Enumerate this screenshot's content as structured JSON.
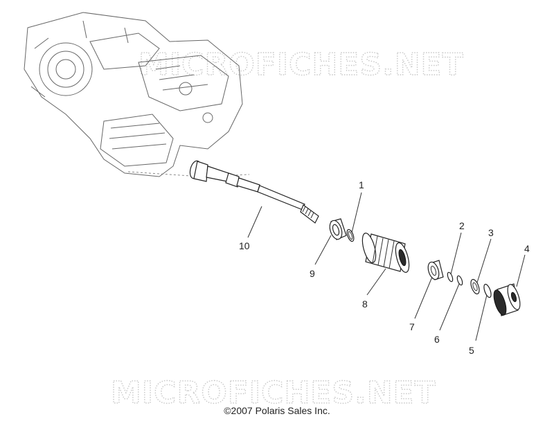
{
  "watermark": {
    "top": "MICROFICHES.NET",
    "bottom": "MICROFICHES.NET"
  },
  "callouts": {
    "c1": "1",
    "c2": "2",
    "c3": "3",
    "c4": "4",
    "c5": "5",
    "c6": "6",
    "c7": "7",
    "c8": "8",
    "c9": "9",
    "c10": "10"
  },
  "copyright": "©2007 Polaris Sales Inc."
}
